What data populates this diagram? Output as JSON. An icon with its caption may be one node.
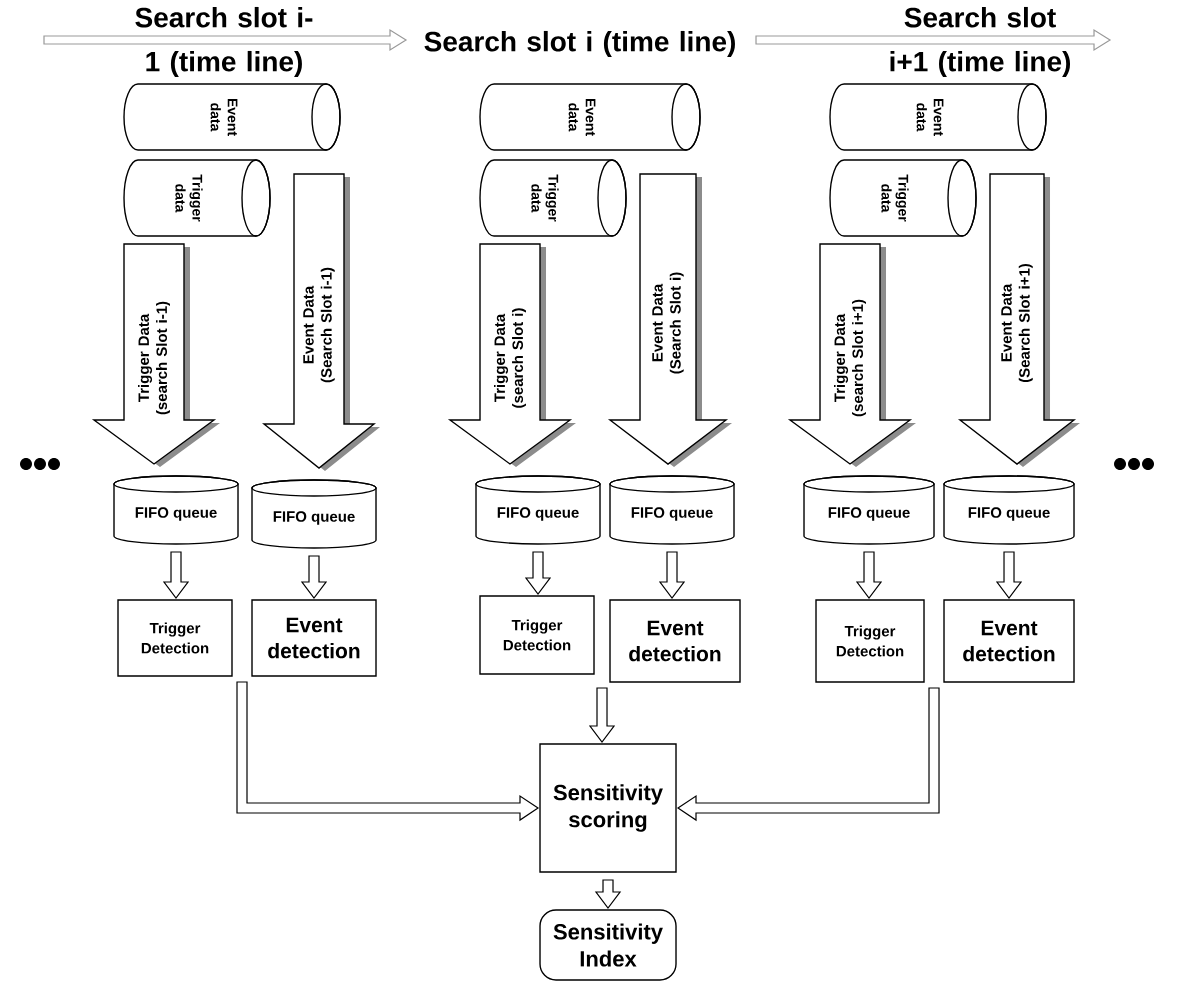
{
  "diagram": {
    "nodes": [
      {
        "text": [
          "Event data"
        ]
      },
      {
        "text": [
          "Trigger data"
        ]
      },
      {
        "text": [
          "FIFO queue"
        ]
      },
      {
        "text": [
          "FIFO queue"
        ]
      },
      {
        "text": [
          "Trigger Detection"
        ]
      },
      {
        "text": [
          "Event detection"
        ]
      },
      {
        "text": [
          "Event data"
        ]
      },
      {
        "text": [
          "Trigger data"
        ]
      },
      {
        "text": [
          "FIFO queue"
        ]
      },
      {
        "text": [
          "FIFO queue"
        ]
      },
      {
        "text": [
          "Trigger Detection"
        ]
      },
      {
        "text": [
          "Event detection"
        ]
      },
      {
        "text": [
          "Event data"
        ]
      },
      {
        "text": [
          "Trigger data"
        ]
      },
      {
        "text": [
          "FIFO queue"
        ]
      },
      {
        "text": [
          "FIFO queue"
        ]
      },
      {
        "text": [
          "Trigger Detection"
        ]
      },
      {
        "text": [
          "Event detection"
        ]
      },
      {
        "text": [
          "Sensitivity scoring"
        ]
      },
      {
        "text": [
          "Sensitivity Index"
        ]
      }
    ],
    "edges": [
      {
        "from": 1,
        "to": 2,
        "arrow": "to",
        "label": "Trigger Data (search Slot i-1)"
      },
      {
        "from": 0,
        "to": 3,
        "arrow": "to",
        "label": "Event Data (Search Slot i-1)"
      },
      {
        "from": 2,
        "to": 4,
        "arrow": "to"
      },
      {
        "from": 3,
        "to": 5,
        "arrow": "to"
      },
      {
        "from": 4,
        "to": 18,
        "arrow": "to"
      },
      {
        "from": 5,
        "to": 18,
        "arrow": "to"
      },
      {
        "from": 7,
        "to": 8,
        "arrow": "to",
        "label": "Trigger Data (search Slot i)"
      },
      {
        "from": 6,
        "to": 9,
        "arrow": "to",
        "label": "Event Data (Search Slot i)"
      },
      {
        "from": 8,
        "to": 10,
        "arrow": "to"
      },
      {
        "from": 9,
        "to": 11,
        "arrow": "to"
      },
      {
        "from": 10,
        "to": 18,
        "arrow": "to"
      },
      {
        "from": 11,
        "to": 18,
        "arrow": "to"
      },
      {
        "from": 13,
        "to": 14,
        "arrow": "to",
        "label": "Trigger Data (search Slot i+1)"
      },
      {
        "from": 12,
        "to": 15,
        "arrow": "to",
        "label": "Event Data (Search Slot i+1)"
      },
      {
        "from": 14,
        "to": 16,
        "arrow": "to"
      },
      {
        "from": 15,
        "to": 17,
        "arrow": "to"
      },
      {
        "from": 16,
        "to": 18,
        "arrow": "to"
      },
      {
        "from": 17,
        "to": 18,
        "arrow": "to"
      },
      {
        "from": 18,
        "to": 19,
        "arrow": "to"
      }
    ],
    "labels": [
      "Search slot i-1 (time line)",
      "Search slot i (time line)",
      "Search slot i+1 (time line)"
    ]
  }
}
